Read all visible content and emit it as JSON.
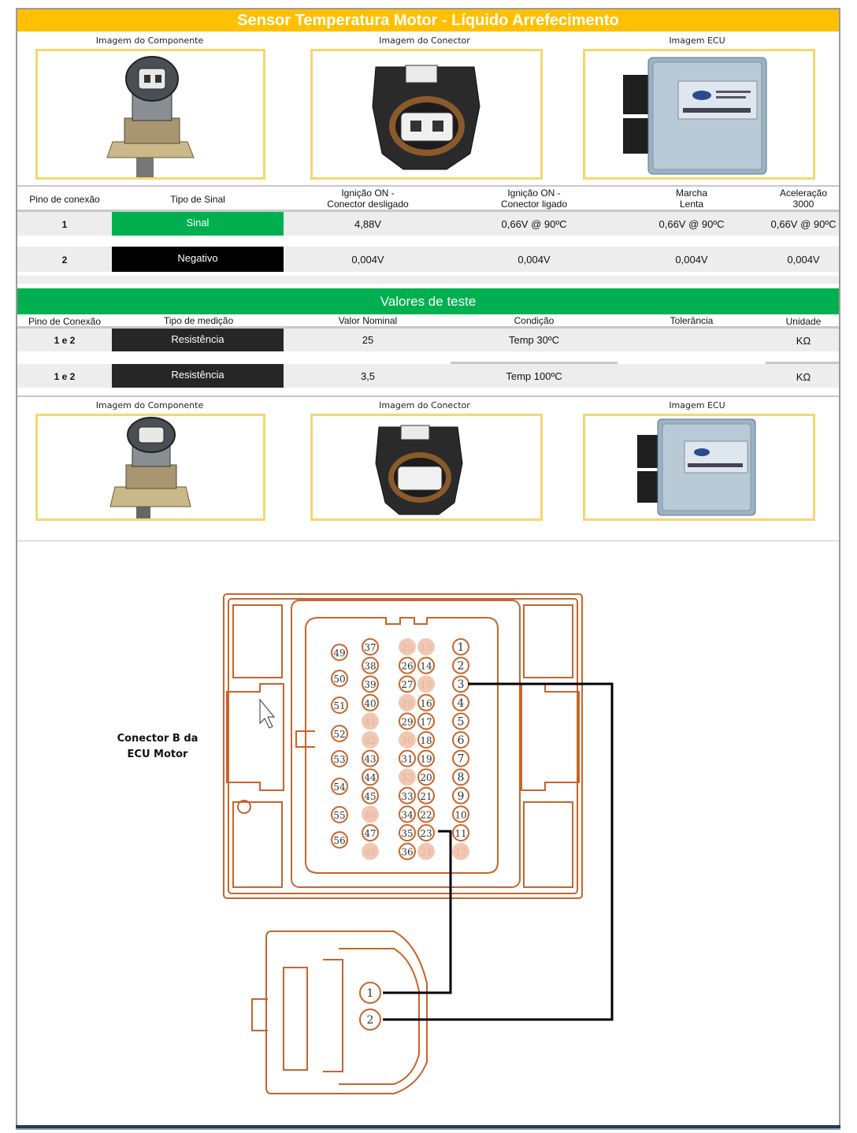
{
  "title": "Sensor Temperatura Motor - Líquido Arrefecimento",
  "image_captions": [
    "Imagem do Componente",
    "Imagem do Conector",
    "Imagem ECU"
  ],
  "signal_table": {
    "headers": [
      "Pino de conexão",
      "Tipo de Sinal",
      "Ignição ON -\nConector desligado",
      "Ignição ON -\nConector ligado",
      "Marcha\nLenta",
      "Aceleração\n3000"
    ],
    "rows": [
      {
        "pin": "1",
        "type": "Sinal",
        "type_color": "#00b050",
        "v1": "4,88V",
        "v2": "0,66V @ 90ºC",
        "v3": "0,66V @ 90ºC",
        "v4": "0,66V @ 90ºC"
      },
      {
        "pin": "2",
        "type": "Negativo",
        "type_color": "#000000",
        "v1": "0,004V",
        "v2": "0,004V",
        "v3": "0,004V",
        "v4": "0,004V"
      }
    ]
  },
  "test_section": {
    "title": "Valores de teste",
    "headers": [
      "Pino de Conexão",
      "Tipo de medição",
      "Valor Nominal",
      "Condição",
      "Tolerância",
      "Unidade"
    ],
    "rows": [
      {
        "pin": "1 e 2",
        "type": "Resistência",
        "nominal": "25",
        "condition": "Temp 30ºC",
        "tolerance": "",
        "unit": "KΩ"
      },
      {
        "pin": "1 e 2",
        "type": "Resistência",
        "nominal": "3,5",
        "condition": "Temp 100ºC",
        "tolerance": "",
        "unit": "KΩ"
      }
    ]
  },
  "diagram": {
    "label": "Conector B da\nECU Motor",
    "ecu_pins_col1": [
      "49",
      "50",
      "51",
      "52",
      "53",
      "54",
      "55",
      "56"
    ],
    "ecu_pins_col2": [
      "37",
      "38",
      "39",
      "40",
      "41",
      "42",
      "43",
      "44",
      "45",
      "46",
      "47",
      "48"
    ],
    "ecu_pins_col3": [
      "25",
      "26",
      "27",
      "28",
      "29",
      "30",
      "31",
      "32",
      "33",
      "34",
      "35",
      "36"
    ],
    "ecu_pins_col4": [
      "13",
      "14",
      "15",
      "16",
      "17",
      "18",
      "19",
      "20",
      "21",
      "22",
      "23",
      "24"
    ],
    "ecu_pins_col5": [
      "1",
      "2",
      "3",
      "4",
      "5",
      "6",
      "7",
      "8",
      "9",
      "10",
      "11",
      "12"
    ],
    "sensor_pins": [
      "1",
      "2"
    ],
    "accent_color": "#c8642a"
  }
}
